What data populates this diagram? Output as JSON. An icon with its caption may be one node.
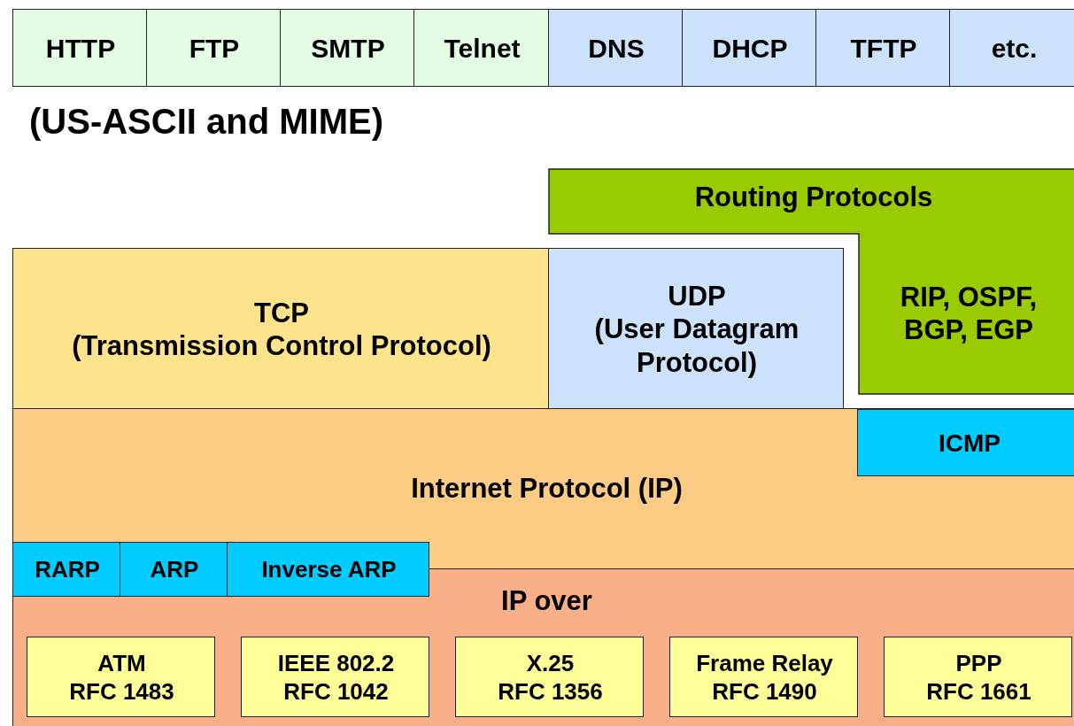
{
  "diagram": {
    "nodes": [
      {
        "text": [
          "HTTP"
        ]
      },
      {
        "text": [
          "FTP"
        ]
      },
      {
        "text": [
          "SMTP"
        ]
      },
      {
        "text": [
          "Telnet"
        ]
      },
      {
        "text": [
          "DNS"
        ]
      },
      {
        "text": [
          "DHCP"
        ]
      },
      {
        "text": [
          "TFTP"
        ]
      },
      {
        "text": [
          "etc."
        ]
      },
      {
        "text": [
          "Routing Protocols",
          "RIP, OSPF, BGP, EGP"
        ]
      },
      {
        "text": [
          "TCP",
          "(Transmission Control Protocol)"
        ]
      },
      {
        "text": [
          "UDP",
          "(User Datagram Protocol)"
        ]
      },
      {
        "text": [
          "Internet Protocol (IP)"
        ]
      },
      {
        "text": [
          "ICMP"
        ],
        "in": 11
      },
      {
        "text": [
          "RARP"
        ]
      },
      {
        "text": [
          "ARP"
        ]
      },
      {
        "text": [
          "Inverse ARP"
        ]
      },
      {
        "text": [
          "IP over"
        ]
      },
      {
        "text": [
          "ATM",
          "RFC 1483"
        ],
        "in": 16
      },
      {
        "text": [
          "IEEE 802.2",
          "RFC 1042"
        ],
        "in": 16
      },
      {
        "text": [
          "X.25",
          "RFC 1356"
        ],
        "in": 16
      },
      {
        "text": [
          "Frame Relay",
          "RFC 1490"
        ],
        "in": 16
      },
      {
        "text": [
          "PPP",
          "RFC 1661"
        ],
        "in": 16
      }
    ],
    "edges": [],
    "labels": [
      "(US-ASCII and MIME)"
    ]
  }
}
